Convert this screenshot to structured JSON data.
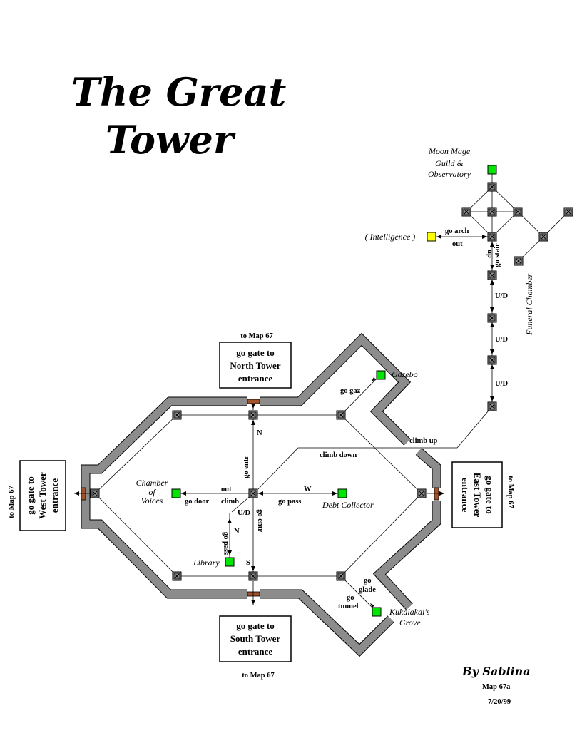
{
  "map": {
    "title_line1": "The Great",
    "title_line2": "Tower",
    "author": "By Sablina",
    "map_id": "Map 67a",
    "date": "7/20/99"
  },
  "boxes": {
    "north": {
      "lines": [
        "go gate to",
        "North Tower",
        "entrance"
      ],
      "note": "to Map 67"
    },
    "south": {
      "lines": [
        "go gate to",
        "South Tower",
        "entrance"
      ],
      "note": "to Map 67"
    },
    "west": {
      "lines": [
        "go gate to",
        "West Tower",
        "entrance"
      ],
      "note": "to Map 67"
    },
    "east": {
      "lines": [
        "go gate to",
        "East Tower",
        "entrance"
      ],
      "note": "to Map 67"
    }
  },
  "places": {
    "moon_mage": [
      "Moon Mage",
      "Guild &",
      "Observatory"
    ],
    "intelligence": "( Intelligence )",
    "funeral": "Funeral Chamber",
    "gazebo": "Gazebo",
    "chamber": [
      "Chamber",
      "of",
      "Voices"
    ],
    "debt": "Debt Collector",
    "library": "Library",
    "grove": [
      "Kukalakai's",
      "Grove"
    ]
  },
  "labels": {
    "go_arch": "go arch",
    "out_top": "out",
    "up": "up",
    "go_stair": "go stair",
    "ud1": "U/D",
    "ud2": "U/D",
    "ud3": "U/D",
    "go_gaz": "go gaz",
    "climb_up": "climb up",
    "climb_down": "climb down",
    "n_top": "N",
    "go_entr_up": "go entr",
    "out_mid": "out",
    "go_door": "go door",
    "climb": "climb",
    "ud_lib": "U/D",
    "go_pass_lib": "go pass",
    "n_lib": "N",
    "go_entr_down": "go entr",
    "w": "W",
    "go_pass_debt": "go pass",
    "s": "S",
    "go": "go",
    "glade": "glade",
    "go2": "go",
    "tunnel": "tunnel"
  },
  "colors": {
    "room": "#909090",
    "special_room": "#00e600",
    "intelligence_room": "#ffff00",
    "gate": "#a0522d",
    "wall": "#8c8c8c"
  }
}
